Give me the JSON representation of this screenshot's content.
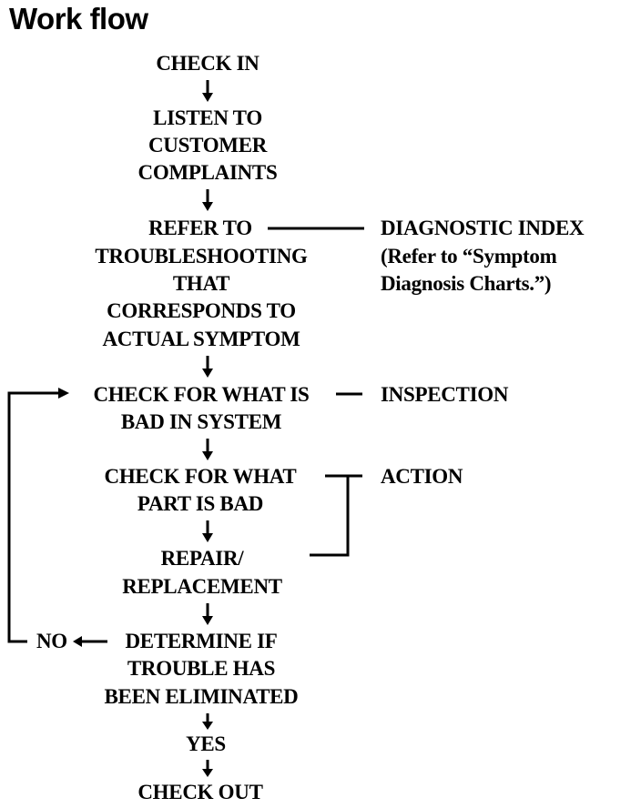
{
  "title": "Work flow",
  "steps": {
    "check_in": [
      "CHECK IN"
    ],
    "listen": [
      "LISTEN TO",
      "CUSTOMER",
      "COMPLAINTS"
    ],
    "refer": [
      "REFER TO",
      "TROUBLESHOOTING",
      "THAT",
      "CORRESPONDS TO",
      "ACTUAL SYMPTOM"
    ],
    "check_system": [
      "CHECK FOR WHAT IS",
      "BAD IN SYSTEM"
    ],
    "check_part": [
      "CHECK FOR WHAT",
      "PART IS BAD"
    ],
    "repair": [
      "REPAIR/",
      "REPLACEMENT"
    ],
    "determine": [
      "DETERMINE IF",
      "TROUBLE HAS",
      "BEEN ELIMINATED"
    ],
    "yes": [
      "YES"
    ],
    "check_out": [
      "CHECK OUT"
    ]
  },
  "side_labels": {
    "diagnostic_index": "DIAGNOSTIC INDEX",
    "diagnostic_note_1": "(Refer to “Symptom",
    "diagnostic_note_2": "Diagnosis Charts.”)",
    "inspection": "INSPECTION",
    "action": "ACTION",
    "no": "NO"
  }
}
